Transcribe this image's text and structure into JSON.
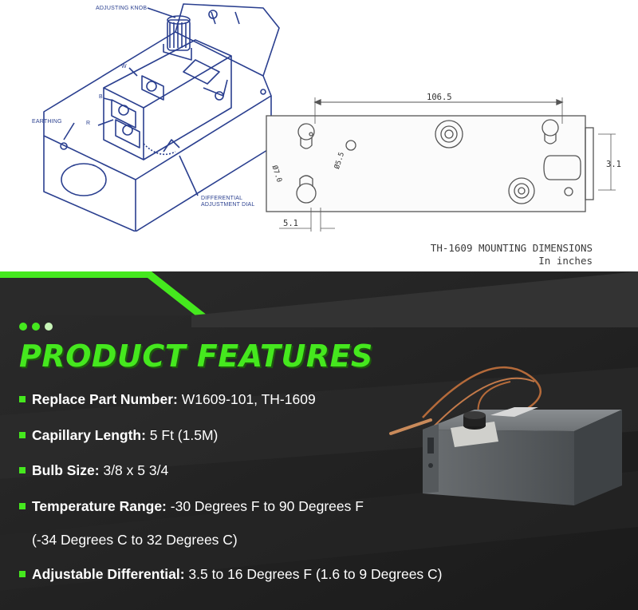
{
  "diagram": {
    "labels": {
      "adjusting_knob": "ADJUSTING KNOB",
      "w": "W",
      "b": "B",
      "r": "R",
      "earthing": "EARTHING",
      "differential_dial_line1": "DIFFERENTIAL",
      "differential_dial_line2": "ADJUSTMENT DIAL"
    },
    "dimensions": {
      "width": "106.5",
      "height": "3.1",
      "offset": "5.1",
      "hole_large": "Ø7.0",
      "hole_small": "Ø5.5"
    },
    "caption_line1": "TH-1609 MOUNTING DIMENSIONS",
    "caption_line2": "In inches"
  },
  "section": {
    "dot_colors": [
      "#45e81e",
      "#45e81e",
      "#c8f5b8"
    ],
    "heading": "PRODUCT FEATURES",
    "accent_color": "#45e81e"
  },
  "features": [
    {
      "label": "Replace Part Number:",
      "value": " W1609-101, TH-1609"
    },
    {
      "label": "Capillary Length:",
      "value": " 5 Ft (1.5M)"
    },
    {
      "label": "Bulb Size:",
      "value": " 3/8 x 5 3/4"
    },
    {
      "label": "Temperature Range:",
      "value": " -30 Degrees F to 90 Degrees F"
    },
    {
      "label": "",
      "value": "(-34 Degrees C to 32 Degrees C)"
    },
    {
      "label": "Adjustable Differential:",
      "value": " 3.5 to 16 Degrees F (1.6 to 9 Degrees C)"
    }
  ]
}
